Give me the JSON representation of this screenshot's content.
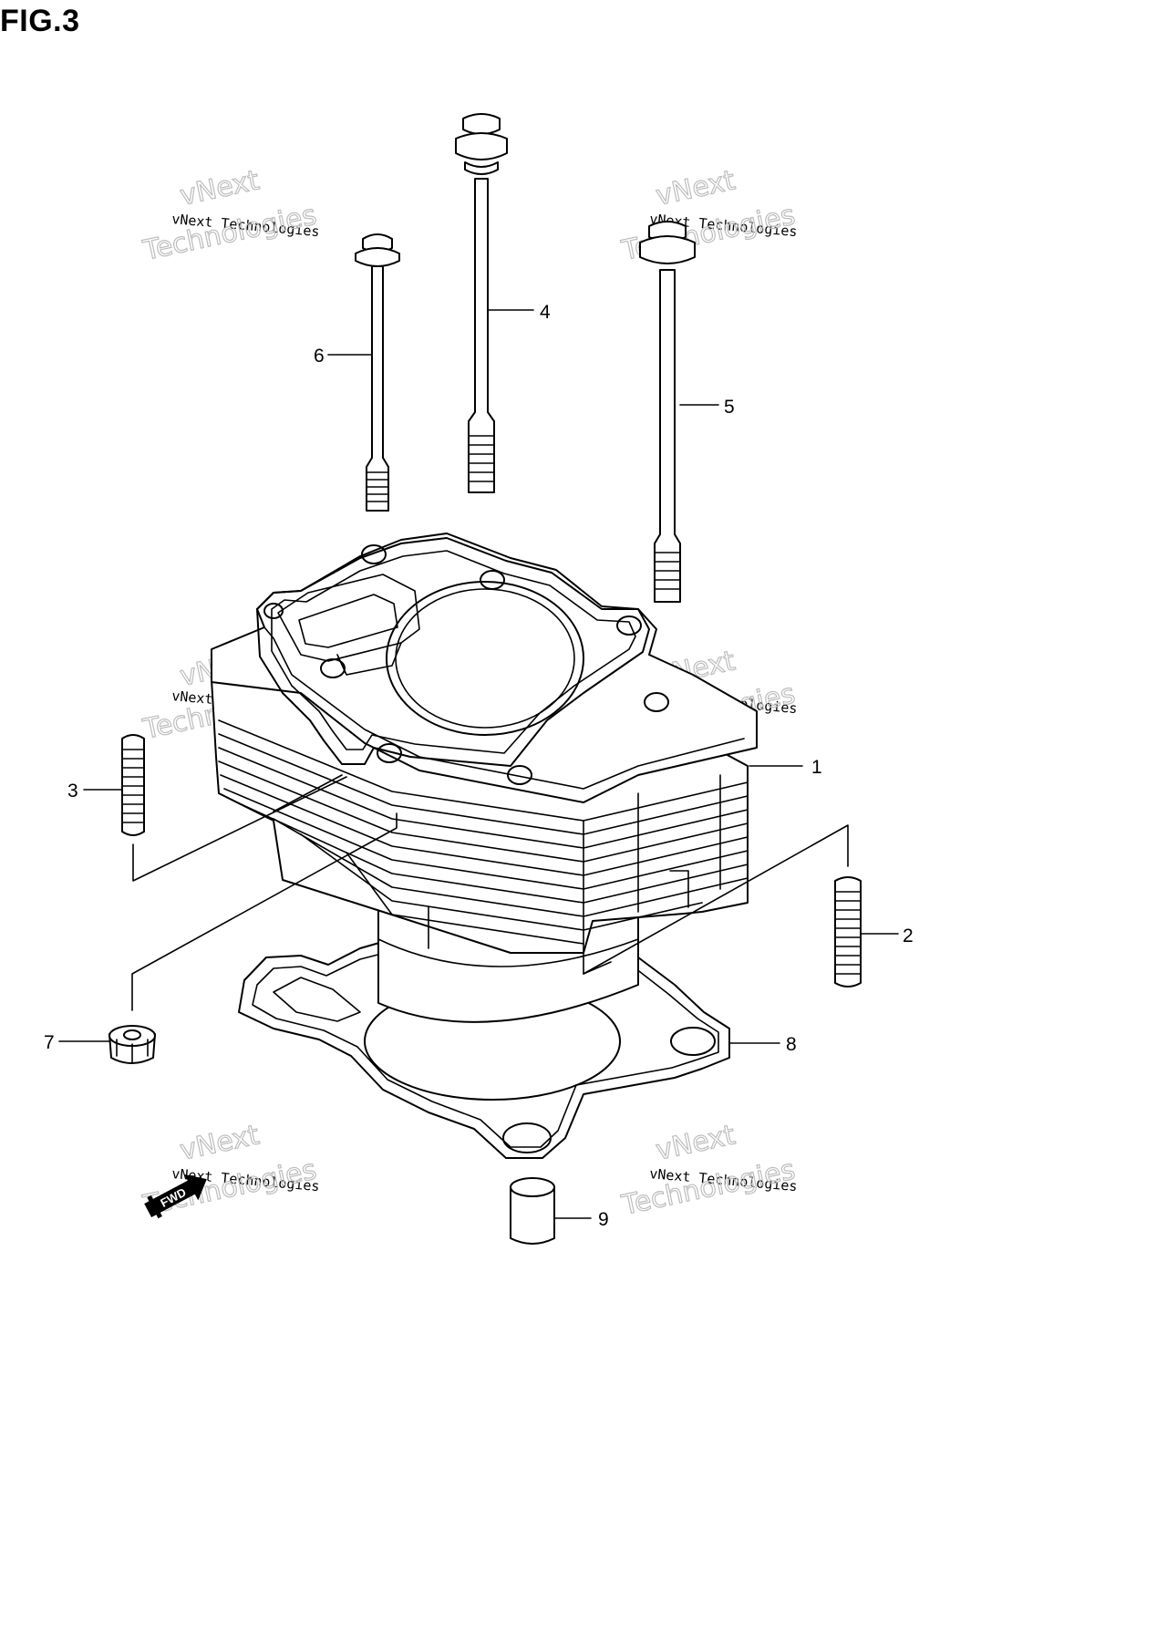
{
  "figure": {
    "title": "FIG.3"
  },
  "callouts": [
    {
      "id": "1",
      "label": "1"
    },
    {
      "id": "2",
      "label": "2"
    },
    {
      "id": "3",
      "label": "3"
    },
    {
      "id": "4",
      "label": "4"
    },
    {
      "id": "5",
      "label": "5"
    },
    {
      "id": "6",
      "label": "6"
    },
    {
      "id": "7",
      "label": "7"
    },
    {
      "id": "8",
      "label": "8"
    },
    {
      "id": "9",
      "label": "9"
    }
  ],
  "watermark": {
    "line1": "vNext",
    "line2": "vNext Technologies",
    "line3": "Technologies"
  },
  "fwd_mark": {
    "text": "FWD"
  },
  "colors": {
    "ink": "#000000",
    "background": "#ffffff",
    "watermark": "#bdbdbd"
  }
}
